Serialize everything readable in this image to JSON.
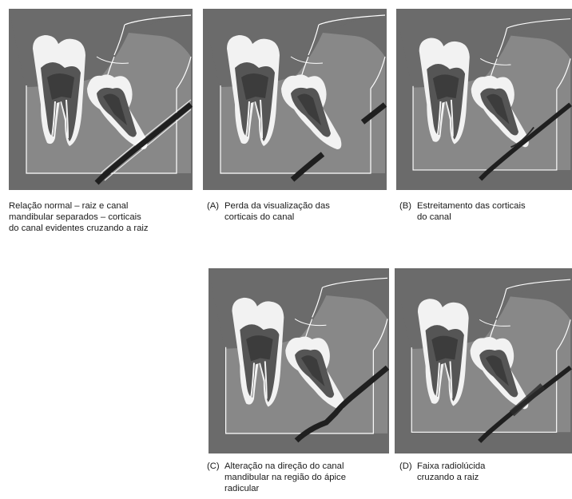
{
  "panels": {
    "normal": {
      "caption": [
        "Relação normal – raiz e canal",
        "mandibular separados – corticais",
        "do canal evidentes cruzando a raiz"
      ]
    },
    "a": {
      "prefix": "(A)",
      "caption": [
        "Perda da visualização das",
        "corticais do canal"
      ]
    },
    "b": {
      "prefix": "(B)",
      "caption": [
        "Estreitamento das corticais",
        "do canal"
      ]
    },
    "c": {
      "prefix": "(C)",
      "caption": [
        "Alteração na direção do canal",
        "mandibular na região do ápice",
        "radicular"
      ]
    },
    "d": {
      "prefix": "(D)",
      "caption": [
        "Faixa radiolúcida",
        "cruzando a raiz"
      ]
    }
  },
  "colors": {
    "frame": "#6b6b6b",
    "bone": "#888888",
    "tooth": "#f2f2f2",
    "dentin": "#555555",
    "pulp": "#3c3c3c",
    "canal": "#1f1f1f",
    "outline": "#ffffff"
  }
}
